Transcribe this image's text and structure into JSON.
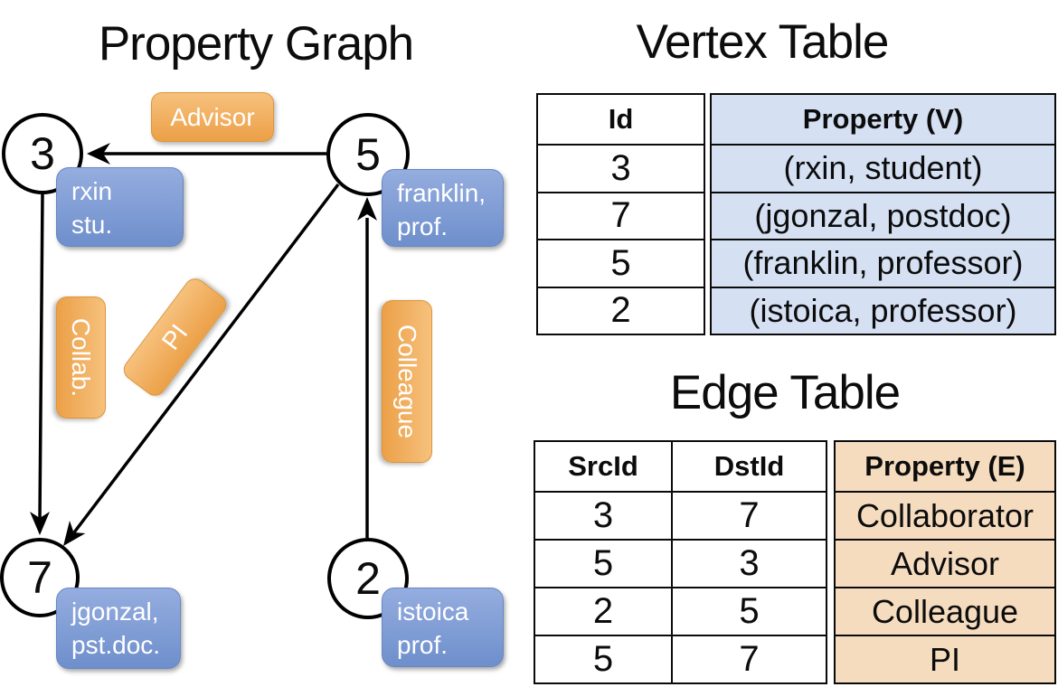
{
  "colors": {
    "orange_light": "#F6C17D",
    "orange_dark": "#ECA047",
    "orange_border": "#DD9538",
    "blue_light": "#95ADDF",
    "blue_dark": "#6E8FCC",
    "blue_border": "#6886C2",
    "vertex_cell_bg": "#D5E0F3",
    "edge_cell_bg": "#F5DCBF"
  },
  "graph": {
    "title": "Property Graph",
    "nodes": [
      {
        "id": "3",
        "prop1": "rxin",
        "prop2": "stu."
      },
      {
        "id": "5",
        "prop1": "franklin,",
        "prop2": "prof."
      },
      {
        "id": "7",
        "prop1": "jgonzal,",
        "prop2": "pst.doc."
      },
      {
        "id": "2",
        "prop1": "istoica",
        "prop2": "prof."
      }
    ],
    "edge_labels": {
      "advisor": "Advisor",
      "collab": "Collab.",
      "pi": "PI",
      "colleague": "Colleague"
    }
  },
  "vertex_table": {
    "title": "Vertex Table",
    "headers": {
      "id": "Id",
      "property": "Property (V)"
    },
    "rows": [
      {
        "id": "3",
        "property": "(rxin, student)"
      },
      {
        "id": "7",
        "property": "(jgonzal, postdoc)"
      },
      {
        "id": "5",
        "property": "(franklin, professor)"
      },
      {
        "id": "2",
        "property": "(istoica, professor)"
      }
    ]
  },
  "edge_table": {
    "title": "Edge Table",
    "headers": {
      "src": "SrcId",
      "dst": "DstId",
      "property": "Property (E)"
    },
    "rows": [
      {
        "src": "3",
        "dst": "7",
        "property": "Collaborator"
      },
      {
        "src": "5",
        "dst": "3",
        "property": "Advisor"
      },
      {
        "src": "2",
        "dst": "5",
        "property": "Colleague"
      },
      {
        "src": "5",
        "dst": "7",
        "property": "PI"
      }
    ]
  }
}
